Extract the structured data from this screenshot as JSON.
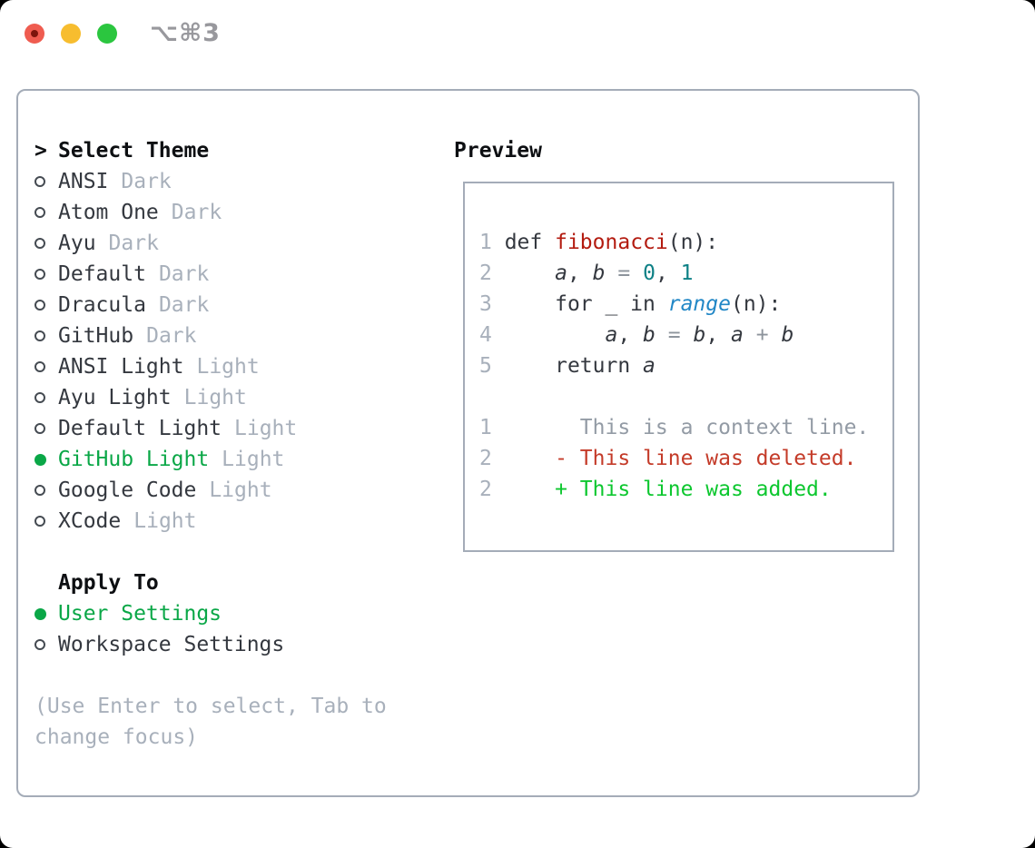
{
  "titlebar": {
    "shortcut_label": "⌥⌘3",
    "traffic_lights": [
      "close",
      "minimize",
      "zoom"
    ]
  },
  "colors": {
    "traffic_red": "#ef5c50",
    "traffic_red_dot": "#7c150c",
    "traffic_yellow": "#f7bd2f",
    "traffic_green": "#2bc63f",
    "shortcut_gray": "#98989d",
    "border_gray": "#a4acb8",
    "text_dark": "#34383f",
    "header_black": "#0d0f12",
    "muted": "#a8b0bb",
    "green": "#0aa747",
    "func_red": "#b31b10",
    "num_teal": "#0e8186",
    "builtin_blue": "#2187c6",
    "op_gray": "#8d949c",
    "ctx_gray": "#939ba5",
    "del_red": "#c43b29",
    "add_green": "#0dc72f"
  },
  "theme_panel": {
    "header": {
      "cursor": ">",
      "title": "Select Theme"
    },
    "themes": [
      {
        "name": "ANSI",
        "variant": "Dark",
        "selected": false
      },
      {
        "name": "Atom One",
        "variant": "Dark",
        "selected": false
      },
      {
        "name": "Ayu",
        "variant": "Dark",
        "selected": false
      },
      {
        "name": "Default",
        "variant": "Dark",
        "selected": false
      },
      {
        "name": "Dracula",
        "variant": "Dark",
        "selected": false
      },
      {
        "name": "GitHub",
        "variant": "Dark",
        "selected": false
      },
      {
        "name": "ANSI Light",
        "variant": "Light",
        "selected": false
      },
      {
        "name": "Ayu Light",
        "variant": "Light",
        "selected": false
      },
      {
        "name": "Default Light",
        "variant": "Light",
        "selected": false
      },
      {
        "name": "GitHub Light",
        "variant": "Light",
        "selected": true
      },
      {
        "name": "Google Code",
        "variant": "Light",
        "selected": false
      },
      {
        "name": "XCode",
        "variant": "Light",
        "selected": false
      }
    ],
    "apply_to": {
      "title": "Apply To",
      "options": [
        {
          "label": "User Settings",
          "selected": true
        },
        {
          "label": "Workspace Settings",
          "selected": false
        }
      ]
    },
    "hint": "(Use Enter to select, Tab to change focus)"
  },
  "preview": {
    "title": "Preview",
    "lines": [
      {
        "num": "1",
        "segs": [
          {
            "t": " def ",
            "s": "plain"
          },
          {
            "t": "fibonacci",
            "s": "func"
          },
          {
            "t": "(n):",
            "s": "plain"
          }
        ]
      },
      {
        "num": "2",
        "segs": [
          {
            "t": "     ",
            "s": "plain"
          },
          {
            "t": "a",
            "s": "var"
          },
          {
            "t": ", ",
            "s": "plain"
          },
          {
            "t": "b",
            "s": "var"
          },
          {
            "t": " ",
            "s": "plain"
          },
          {
            "t": "=",
            "s": "op"
          },
          {
            "t": " ",
            "s": "plain"
          },
          {
            "t": "0",
            "s": "num"
          },
          {
            "t": ", ",
            "s": "plain"
          },
          {
            "t": "1",
            "s": "num"
          }
        ]
      },
      {
        "num": "3",
        "segs": [
          {
            "t": "     for _ in ",
            "s": "plain"
          },
          {
            "t": "range",
            "s": "builtin"
          },
          {
            "t": "(n):",
            "s": "plain"
          }
        ]
      },
      {
        "num": "4",
        "segs": [
          {
            "t": "         ",
            "s": "plain"
          },
          {
            "t": "a",
            "s": "var"
          },
          {
            "t": ", ",
            "s": "plain"
          },
          {
            "t": "b",
            "s": "var"
          },
          {
            "t": " ",
            "s": "plain"
          },
          {
            "t": "=",
            "s": "op"
          },
          {
            "t": " ",
            "s": "plain"
          },
          {
            "t": "b",
            "s": "var"
          },
          {
            "t": ", ",
            "s": "plain"
          },
          {
            "t": "a",
            "s": "var"
          },
          {
            "t": " ",
            "s": "plain"
          },
          {
            "t": "+",
            "s": "op"
          },
          {
            "t": " ",
            "s": "plain"
          },
          {
            "t": "b",
            "s": "var"
          }
        ]
      },
      {
        "num": "5",
        "segs": [
          {
            "t": "     return ",
            "s": "plain"
          },
          {
            "t": "a",
            "s": "var"
          }
        ]
      },
      {
        "num": "",
        "segs": []
      },
      {
        "num": "1",
        "segs": [
          {
            "t": "       This is a context line.",
            "s": "ctx"
          }
        ]
      },
      {
        "num": "2",
        "segs": [
          {
            "t": "     ",
            "s": "plain"
          },
          {
            "t": "- This line was deleted.",
            "s": "del"
          }
        ]
      },
      {
        "num": "2",
        "segs": [
          {
            "t": "     ",
            "s": "plain"
          },
          {
            "t": "+ This line was added.",
            "s": "add"
          }
        ]
      }
    ]
  }
}
